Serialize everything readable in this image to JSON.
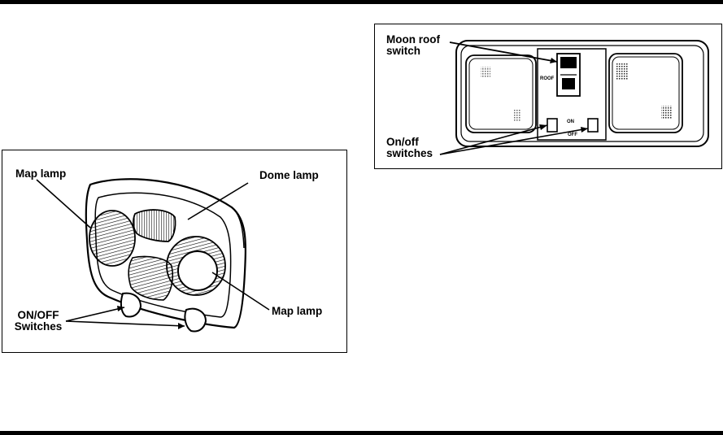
{
  "figure_left": {
    "labels": {
      "map_lamp_top": "Map lamp",
      "dome_lamp": "Dome lamp",
      "map_lamp_right": "Map lamp",
      "switches_line1": "ON/OFF",
      "switches_line2": "Switches"
    }
  },
  "figure_right": {
    "labels": {
      "moon_roof_line1": "Moon roof",
      "moon_roof_line2": "switch",
      "onoff_line1": "On/off",
      "onoff_line2": "switches"
    },
    "console_text": {
      "roof": "ROOF",
      "on": "ON",
      "off": "OFF"
    }
  }
}
